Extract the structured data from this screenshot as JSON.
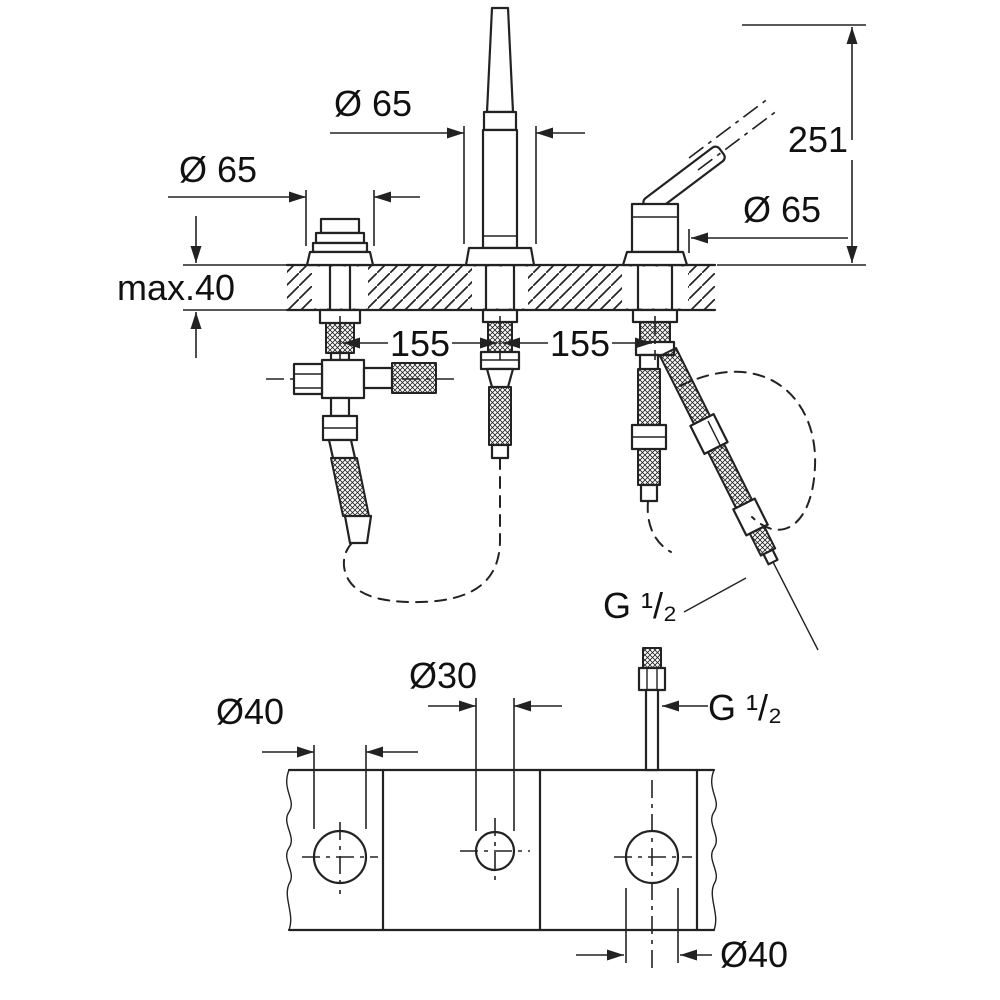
{
  "page": {
    "background": "#ffffff",
    "line_color": "#222222"
  },
  "drawing": {
    "type": "technical-dimension-drawing",
    "subject": "3-hole bath combination with single-lever mixer and hand shower, deck cross-section and hole plan",
    "labels": {
      "escutcheon_left": "Ø 65",
      "handshower": "Ø 65",
      "mixer": "Ø 65",
      "height_above_deck": "251",
      "deck_thickness": "max.40",
      "hole_spacing_left": "155",
      "hole_spacing_right": "155",
      "thread_hose": "G ¹/₂",
      "thread_inlet": "G ¹/₂",
      "hole_dia_center": "Ø30",
      "hole_dia_left": "Ø40",
      "hole_dia_right": "Ø40"
    }
  }
}
